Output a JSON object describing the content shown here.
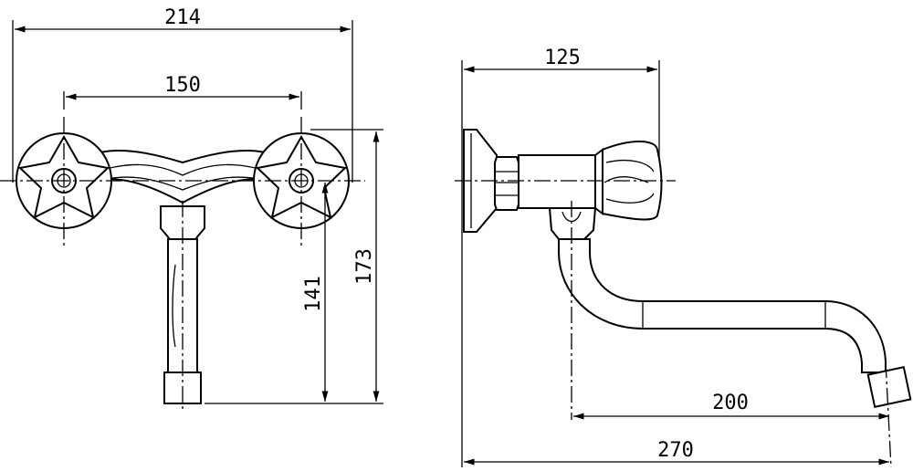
{
  "drawing": {
    "front_view": {
      "dim_overall_width": "214",
      "dim_handle_spacing": "150",
      "dim_height_to_spout": "141",
      "dim_total_height": "173"
    },
    "side_view": {
      "dim_depth": "125",
      "dim_spout_reach": "200",
      "dim_total_reach": "270"
    }
  }
}
